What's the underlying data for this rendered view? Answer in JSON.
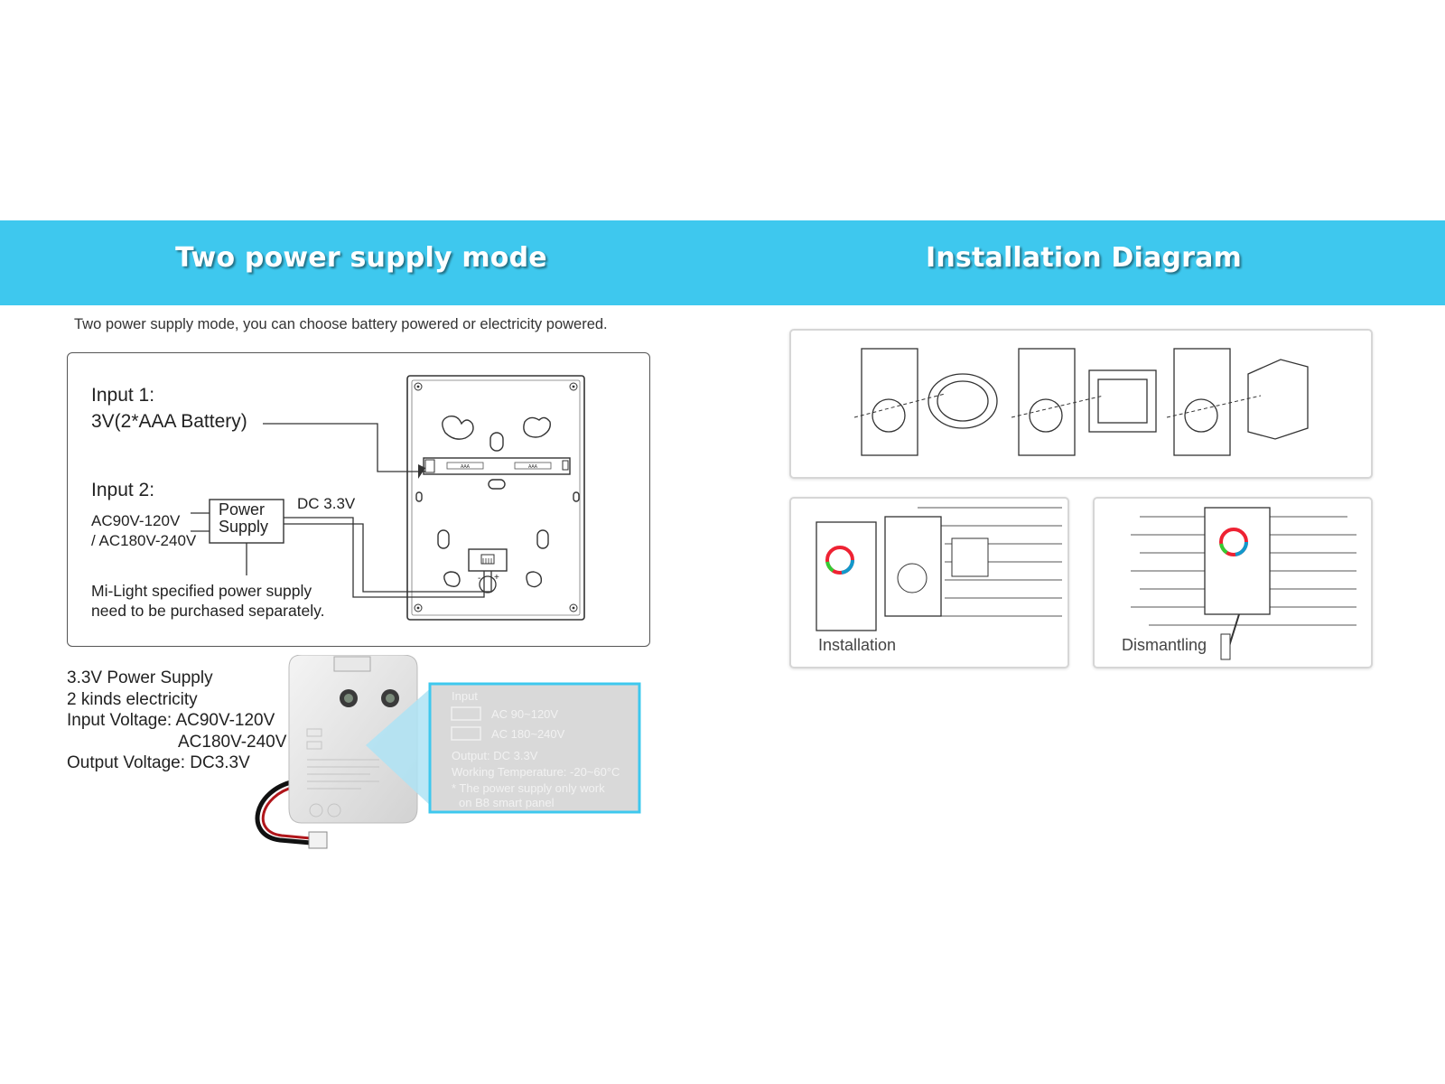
{
  "banner": {
    "left_title": "Two power supply mode",
    "right_title": "Installation Diagram",
    "color": "#3ec8ee"
  },
  "intro": "Two power supply mode, you can choose battery powered or electricity powered.",
  "wiring": {
    "input1_title": "Input 1:",
    "input1_desc": "3V(2*AAA Battery)",
    "input2_title": "Input 2:",
    "input2_v1": "AC90V-120V",
    "input2_v2": "/ AC180V-240V",
    "ps_box_line1": "Power",
    "ps_box_line2": "Supply",
    "dc_label": "DC 3.3V",
    "note_line1": "Mi-Light specified power supply",
    "note_line2": "need to be purchased separately.",
    "battery_label": "AAA",
    "polarity_minus": "-",
    "polarity_plus": "+"
  },
  "power_supply_info": {
    "line1": "3.3V Power Supply",
    "line2": "2 kinds electricity",
    "line3": "Input Voltage: AC90V-120V",
    "line4": "AC180V-240V",
    "line5": "Output Voltage: DC3.3V"
  },
  "label_zoom": {
    "input": "Input",
    "ac1": "AC 90~120V",
    "ac2": "AC 180~240V",
    "output": "Output: DC 3.3V",
    "temp": "Working Temperature: -20~60°C",
    "note1": "* The power supply only work",
    "note2": "on B8 smart panel",
    "border_color": "#3ec8ee"
  },
  "installation": {
    "caption_install": "Installation",
    "caption_dismantle": "Dismantling"
  }
}
